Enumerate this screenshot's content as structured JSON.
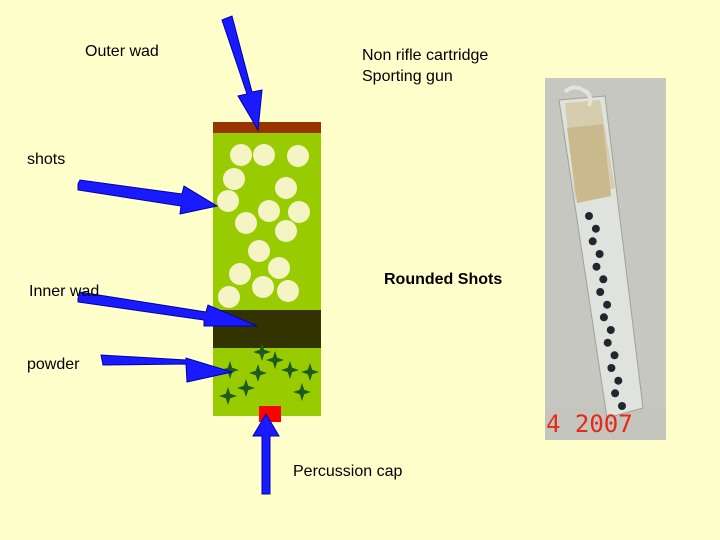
{
  "labels": {
    "outer_wad": "Outer wad",
    "title_line1": "Non rifle cartridge",
    "title_line2": "Sporting gun",
    "shots": "shots",
    "inner_wad": "Inner wad",
    "rounded_shots": "Rounded Shots",
    "powder": "powder",
    "percussion_cap": "Percussion cap"
  },
  "photo": {
    "date_stamp": "4 2007"
  },
  "colors": {
    "background": "#ffffcc",
    "arrow": "#1a1aff",
    "shot_section": "#99cc00",
    "shot_pellet": "#f4f4c4",
    "outer_wad": "#993300",
    "inner_wad": "#333300",
    "powder_star": "#1d5c1d",
    "percussion_cap": "#ff0000",
    "date_stamp": "#e8281a"
  },
  "icons": [
    "arrow-icon",
    "sparkle-icon"
  ]
}
